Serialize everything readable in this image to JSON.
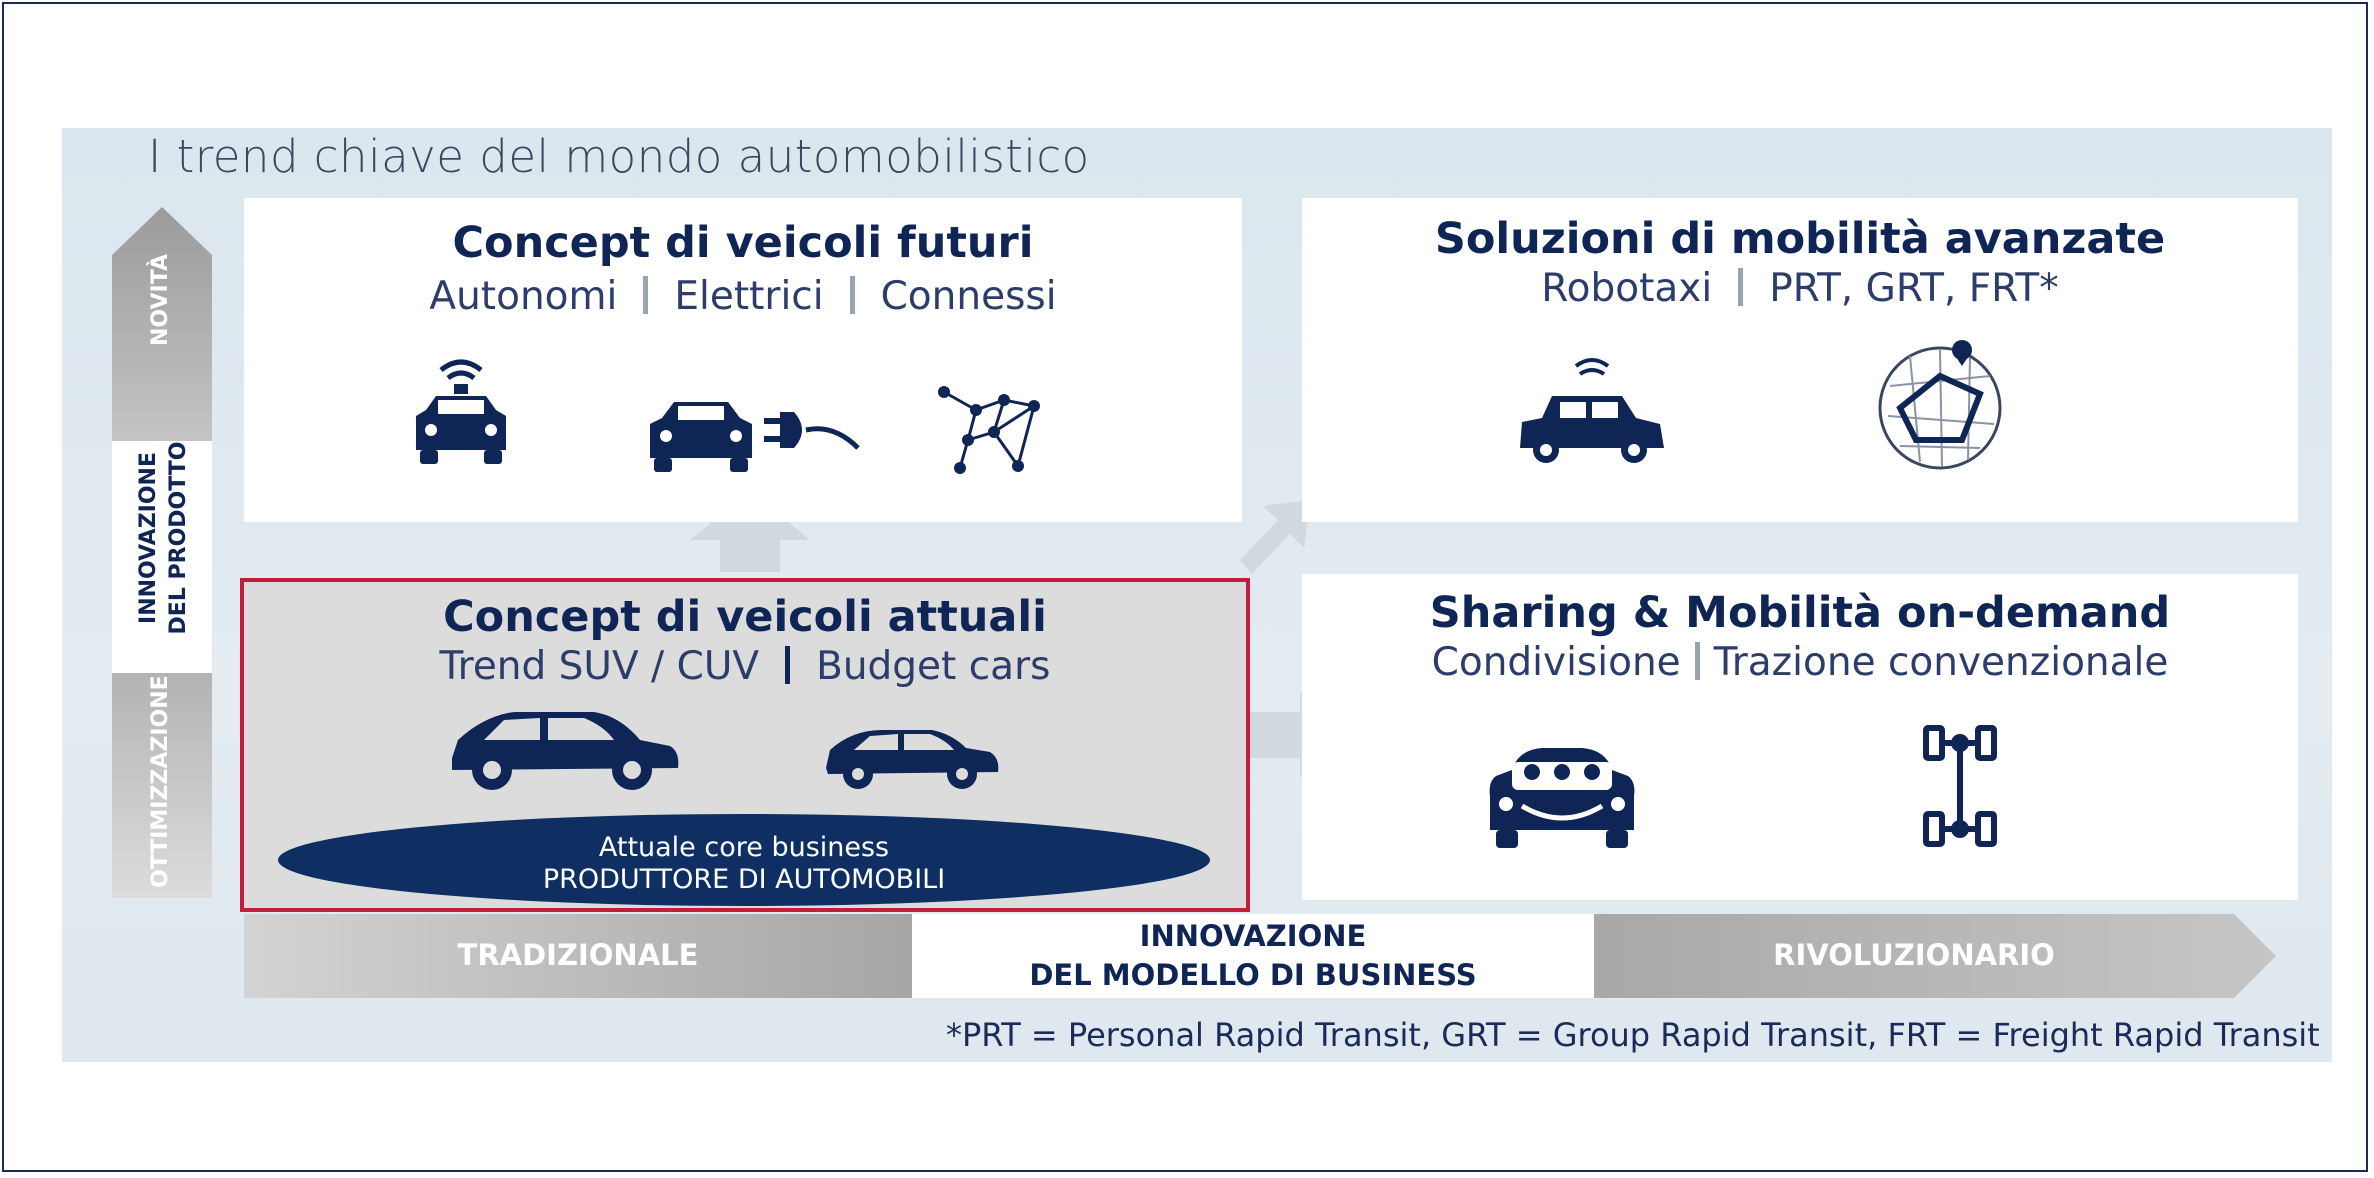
{
  "title": "I trend chiave del mondo automobilistico",
  "quadrants": {
    "future": {
      "heading": "Concept di veicoli futuri",
      "items": [
        "Autonomi",
        "Elettrici",
        "Connessi"
      ],
      "icons": [
        "autonomous-car-icon",
        "electric-car-plug-icon",
        "connected-network-icon"
      ]
    },
    "advanced": {
      "heading": "Soluzioni di mobilità avanzate",
      "items": [
        "Robotaxi",
        "PRT, GRT, FRT*"
      ],
      "icons": [
        "robotaxi-icon",
        "transit-map-icon"
      ]
    },
    "current": {
      "heading": "Concept di veicoli attuali",
      "items": [
        "Trend SUV / CUV",
        "Budget cars"
      ],
      "icons": [
        "suv-icon",
        "budget-car-icon"
      ],
      "core_line1": "Attuale core business",
      "core_line2": "PRODUTTORE DI AUTOMOBILI"
    },
    "sharing": {
      "heading": "Sharing & Mobilità on-demand",
      "items": [
        "Condivisione",
        "Trazione convenzionale"
      ],
      "icons": [
        "shared-car-icon",
        "drivetrain-chassis-icon"
      ]
    }
  },
  "vertical_axis": {
    "top": "NOVITÀ",
    "middle_line1": "INNOVAZIONE",
    "middle_line2": "DEL PRODOTTO",
    "bottom": "OTTIMIZZAZIONE"
  },
  "horizontal_axis": {
    "left": "TRADIZIONALE",
    "middle_line1": "INNOVAZIONE",
    "middle_line2": "DEL MODELLO DI BUSINESS",
    "right": "RIVOLUZIONARIO"
  },
  "footnote": "*PRT = Personal Rapid Transit, GRT = Group Rapid Transit, FRT = Freight Rapid Transit",
  "colors": {
    "navy": "#0f2556",
    "highlight_border": "#c41d3a",
    "background": "#dbe6ee"
  }
}
